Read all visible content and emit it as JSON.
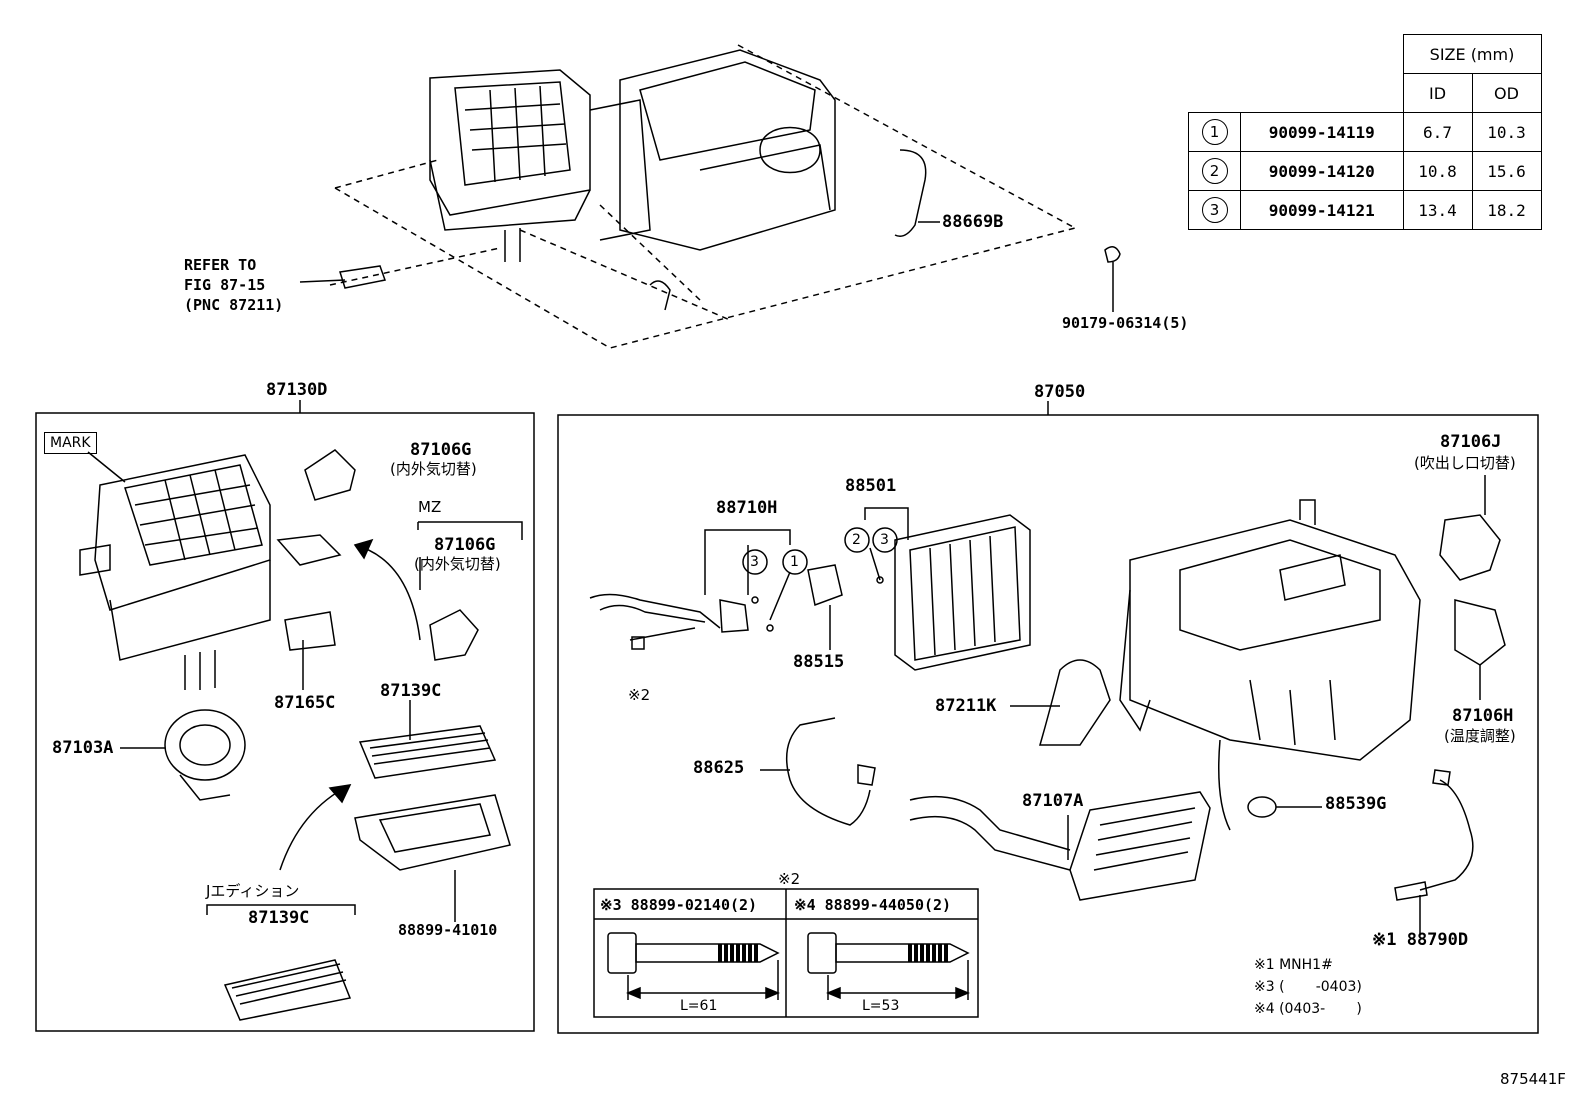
{
  "top": {
    "refer": [
      "REFER TO",
      "FIG 87-15",
      "(PNC 87211)"
    ],
    "p_88669B": "88669B",
    "p_90179": "90179-06314(5)"
  },
  "size_table": {
    "header": "SIZE (mm)",
    "col_id": "ID",
    "col_od": "OD",
    "rows": [
      {
        "mark": "1",
        "part": "90099-14119",
        "id": "6.7",
        "od": "10.3"
      },
      {
        "mark": "2",
        "part": "90099-14120",
        "id": "10.8",
        "od": "15.6"
      },
      {
        "mark": "3",
        "part": "90099-14121",
        "id": "13.4",
        "od": "18.2"
      }
    ]
  },
  "left_panel": {
    "title": "87130D",
    "mark": "MARK",
    "p_87106G_a": "87106G",
    "p_87106G_a_sub": "(内外気切替)",
    "mz": "MZ",
    "p_87106G_b": "87106G",
    "p_87106G_b_sub": "(内外気切替)",
    "p_87165C": "87165C",
    "p_87139C_a": "87139C",
    "p_87103A": "87103A",
    "j_edition": "Jエディション",
    "p_87139C_b": "87139C",
    "p_88899": "88899-41010"
  },
  "right_panel": {
    "title": "87050",
    "p_88710H": "88710H",
    "p_88501": "88501",
    "p_88515": "88515",
    "note2": "※2",
    "p_87106J": "87106J",
    "p_87106J_sub": "(吹出し口切替)",
    "p_87211K": "87211K",
    "p_87106H": "87106H",
    "p_87106H_sub": "(温度調整)",
    "p_88625": "88625",
    "p_87107A": "87107A",
    "p_88539G": "88539G",
    "p_88790D": "※1 88790D",
    "bolt_header": "※2",
    "bolt1": "※3 88899-02140(2)",
    "bolt2": "※4 88899-44050(2)",
    "len1": "L=61",
    "len2": "L=53",
    "notes": [
      "※1 MNH1#",
      "※3 (       -0403)",
      "※4 (0403-       )"
    ]
  },
  "circle_marks": {
    "one": "1",
    "two": "2",
    "three": "3"
  },
  "figure_id": "875441F"
}
